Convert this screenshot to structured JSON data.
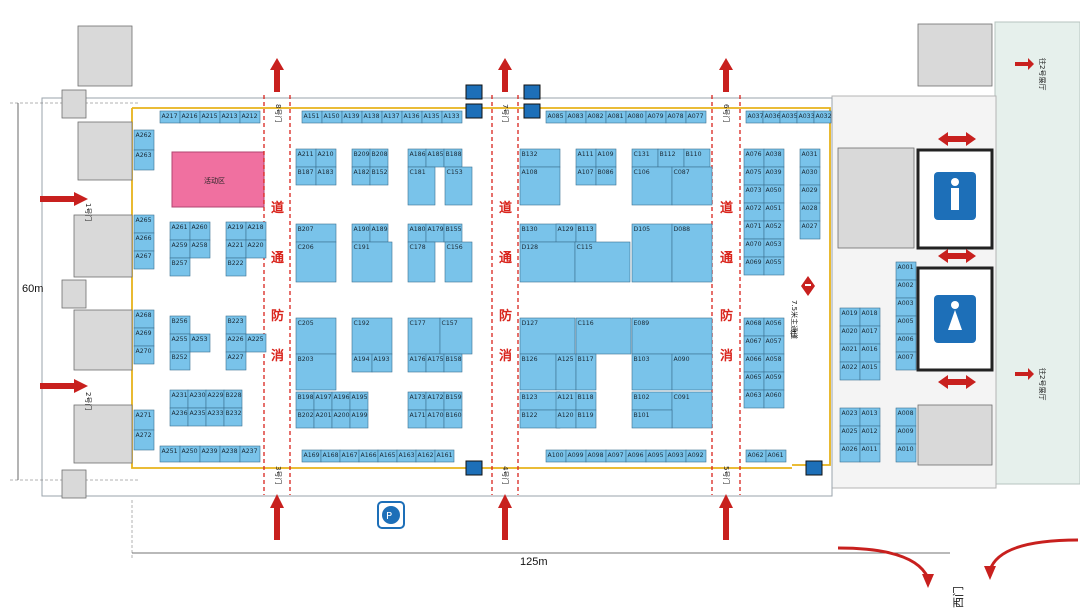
{
  "map": {
    "dim_width": "125m",
    "dim_height": "60m",
    "activity_zone": "活动区",
    "fire_passage": [
      "消",
      "防",
      "通",
      "道"
    ],
    "main_passage": "7.5米主通道",
    "main_passage_prefix": "往",
    "to_hall2": "往2号展厅",
    "west_gate": "西门",
    "doors": {
      "d1": "1号门",
      "d2": "2号门",
      "d3": "3号门",
      "d4": "4号门",
      "d5": "5号门",
      "d6": "6号门",
      "d7": "7号门",
      "d8": "8号门"
    },
    "toilet_labels": [
      "男",
      "女"
    ],
    "icons": {
      "parking": "parking-icon",
      "restroom_male": "male-restroom-icon",
      "restroom_female": "female-restroom-icon",
      "elevator": "elevator-icon",
      "entry_arrow": "entry-arrow-icon"
    },
    "colors": {
      "booth": "#79c3ea",
      "activity": "#f070a0",
      "fire_line": "#d9241c",
      "wall": "#e7b21b",
      "arrow": "#c8201e",
      "sign_blue": "#1d6fb8"
    },
    "booths": [
      "A217",
      "A216",
      "A215",
      "A213",
      "A212",
      "A262",
      "A263",
      "A265",
      "A266",
      "A267",
      "A268",
      "A269",
      "A270",
      "A271",
      "A272",
      "A261",
      "A260",
      "A219",
      "A218",
      "A259",
      "A258",
      "A221",
      "A220",
      "B257",
      "B222",
      "B256",
      "B223",
      "A255",
      "A253",
      "A226",
      "A225",
      "B252",
      "A227",
      "A231",
      "A230",
      "A229",
      "B228",
      "A236",
      "A235",
      "A233",
      "B232",
      "A251",
      "A250",
      "A239",
      "A238",
      "A237",
      "A151",
      "A150",
      "A139",
      "A138",
      "A137",
      "A136",
      "A135",
      "A133",
      "A211",
      "A210",
      "B209",
      "B208",
      "A186",
      "A185",
      "B188",
      "B187",
      "A183",
      "A182",
      "B152",
      "C181",
      "C153",
      "B207",
      "C206",
      "A190",
      "A189",
      "C191",
      "A180",
      "A179",
      "B155",
      "C178",
      "C156",
      "C205",
      "B203",
      "C192",
      "A194",
      "A193",
      "C177",
      "C157",
      "A176",
      "A175",
      "B158",
      "B198",
      "A197",
      "A196",
      "A195",
      "B202",
      "A201",
      "A200",
      "A199",
      "A173",
      "A172",
      "B159",
      "A171",
      "A170",
      "B160",
      "A169",
      "A168",
      "A167",
      "A166",
      "A165",
      "A163",
      "A162",
      "A161",
      "A085",
      "A083",
      "A082",
      "A081",
      "A080",
      "A079",
      "A078",
      "A077",
      "B132",
      "A111",
      "A109",
      "C131",
      "B112",
      "B110",
      "A108",
      "A107",
      "B086",
      "C106",
      "C087",
      "B130",
      "A129",
      "B113",
      "D128",
      "C115",
      "D105",
      "D088",
      "D127",
      "C116",
      "E089",
      "B126",
      "A125",
      "B117",
      "B103",
      "A090",
      "B123",
      "A121",
      "B118",
      "B102",
      "C091",
      "B122",
      "A120",
      "B119",
      "B101",
      "A100",
      "A099",
      "A098",
      "A097",
      "A096",
      "A095",
      "A093",
      "A092",
      "A037",
      "A036",
      "A035",
      "A033",
      "A032",
      "A076",
      "A038",
      "A075",
      "A039",
      "A073",
      "A050",
      "A072",
      "A051",
      "A071",
      "A052",
      "A070",
      "A053",
      "A069",
      "A055",
      "A068",
      "A056",
      "A067",
      "A057",
      "A066",
      "A058",
      "A065",
      "A059",
      "A063",
      "A060",
      "A062",
      "A061",
      "A031",
      "A030",
      "A029",
      "A028",
      "A027",
      "A019",
      "A018",
      "A020",
      "A017",
      "A021",
      "A016",
      "A022",
      "A015",
      "A023",
      "A013",
      "A025",
      "A012",
      "A026",
      "A011",
      "A001",
      "A002",
      "A003",
      "A005",
      "A006",
      "A007",
      "A008",
      "A009",
      "A010"
    ]
  }
}
